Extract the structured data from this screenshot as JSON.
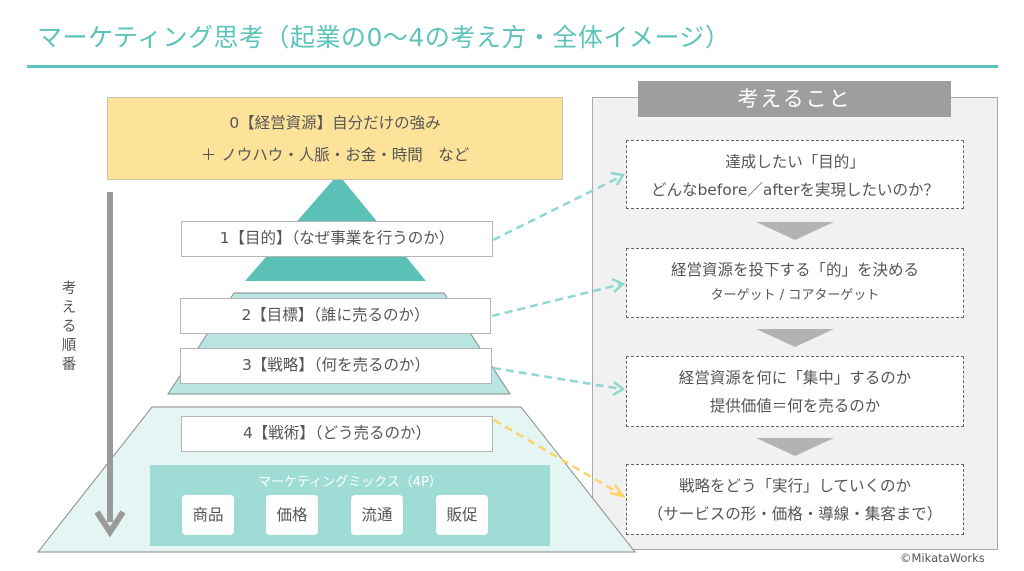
{
  "title": "マーケティング思考（起業の0〜4の考え方・全体イメージ）",
  "colors": {
    "accent": "#5cc3bb",
    "resource_fill": "#fde39a",
    "tier1_fill": "#5bc0b6",
    "tier2_fill": "#b9e6e2",
    "tier4_fill": "#e4f5f3",
    "mix_fill": "#9fdcd6",
    "panel_fill": "#f1f1f1",
    "header_fill": "#9e9e9e",
    "arrow_teal": "#8fd8d2",
    "arrow_yellow": "#fdd36a",
    "order_arrow": "#9a9a9a"
  },
  "pyramid": {
    "resource": {
      "line1": "0【経営資源】自分だけの強み",
      "line2": "＋ ノウハウ・人脈・お金・時間　など"
    },
    "levels": [
      {
        "label": "1【目的】（なぜ事業を行うのか）"
      },
      {
        "label": "2【目標】（誰に売るのか）"
      },
      {
        "label": "3【戦略】（何を売るのか）"
      },
      {
        "label": "4【戦術】（どう売るのか）"
      }
    ],
    "marketing_mix": {
      "title": "マーケティングミックス（4P）",
      "items": [
        "商品",
        "価格",
        "流通",
        "販促"
      ]
    }
  },
  "order_label": [
    "考",
    "え",
    "る",
    "順",
    "番"
  ],
  "think_panel": {
    "header": "考えること",
    "boxes": [
      {
        "line1": "達成したい「目的」",
        "line2": "どんなbefore／afterを実現したいのか？"
      },
      {
        "line1": "経営資源を投下する「的」を決める",
        "line2": "ターゲット / コアターゲット"
      },
      {
        "line1": "経営資源を何に「集中」するのか",
        "line2": "提供価値＝何を売るのか"
      },
      {
        "line1": "戦略をどう「実行」していくのか",
        "line2": "（サービスの形・価格・導線・集客まで）"
      }
    ]
  },
  "credit": "©MikataWorks"
}
